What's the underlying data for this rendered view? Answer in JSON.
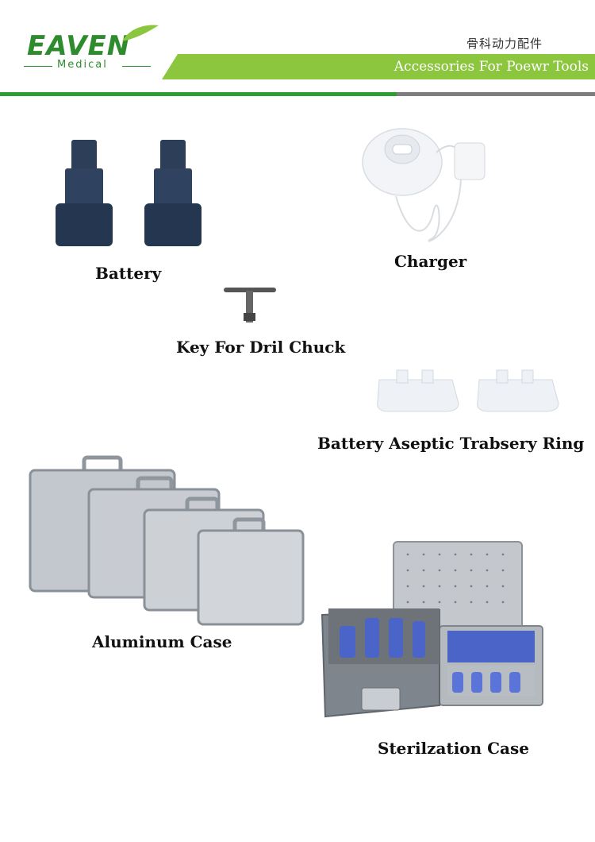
{
  "header": {
    "brand": "EAVEN",
    "brand_sub": "Medical",
    "title_cn": "骨科动力配件",
    "title_en": "Accessories For Poewr Tools"
  },
  "products": {
    "battery": "Battery",
    "charger": "Charger",
    "key": "Key For Dril Chuck",
    "ring": "Battery Aseptic Trabsery Ring",
    "aluminum": "Aluminum Case",
    "sterilization": "Sterilzation Case"
  },
  "colors": {
    "brand_green": "#2e8b2e",
    "band_green": "#8cc63f",
    "rule_gray": "#7d7d7d"
  }
}
